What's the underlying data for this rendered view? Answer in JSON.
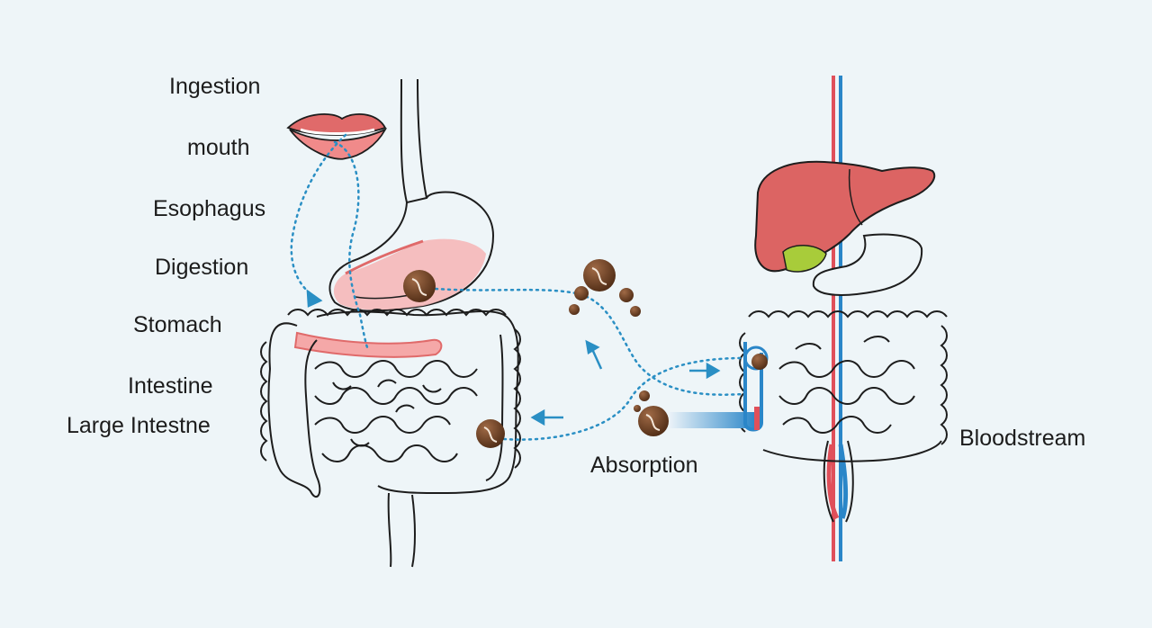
{
  "labels": {
    "ingestion": "Ingestion",
    "mouth": "mouth",
    "esophagus": "Esophagus",
    "digestion": "Digestion",
    "stomach": "Stomach",
    "intestine": "Intestine",
    "large_intestine": "Large Intestne",
    "absorption": "Absorption",
    "bloodstream": "Bloodstream"
  },
  "colors": {
    "background": "#eef5f8",
    "outline": "#1d1d1d",
    "path_dots": "#2a8fc4",
    "arrow": "#2a8fc4",
    "stomach_fill": "#f5b8b8",
    "lips": "#e06a6a",
    "liver": "#dc6463",
    "gallbladder": "#a8cc3a",
    "artery": "#e0505a",
    "vein": "#2a86c8",
    "nutrient": "#6b3a20"
  },
  "icons": [
    "lips-icon",
    "stomach-icon",
    "intestine-icon",
    "liver-icon",
    "coffee-bean-icon",
    "blood-vessel-icon",
    "arrow-icon"
  ]
}
